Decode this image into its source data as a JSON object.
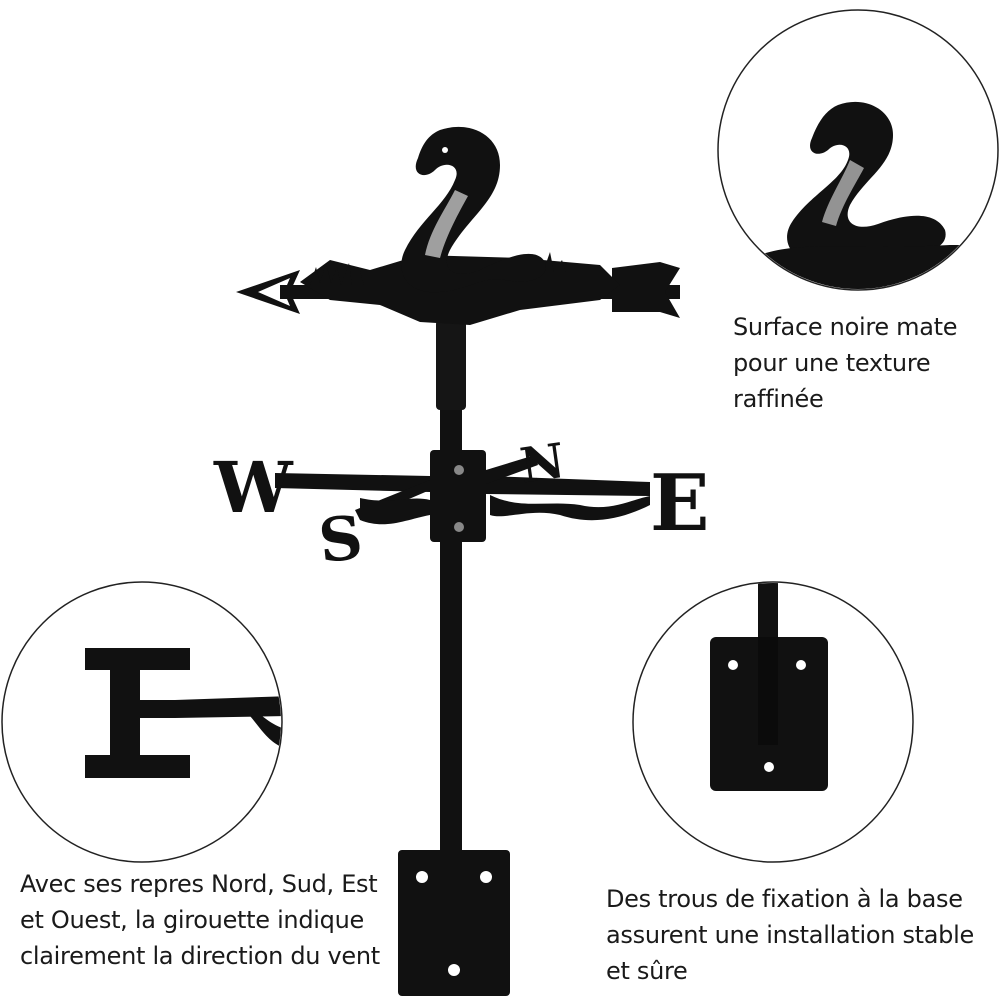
{
  "compass": {
    "west": "W",
    "east": "E",
    "north": "N",
    "south": "S"
  },
  "captions": {
    "finish": [
      "Surface noire mate",
      "pour une texture",
      "raffinée"
    ],
    "directions": [
      "Avec ses repres Nord, Sud, Est",
      "et Ouest, la girouette indique",
      "clairement la direction du vent"
    ],
    "mounting": [
      "Des trous de fixation à la base",
      "assurent une installation stable",
      "et sûre"
    ]
  },
  "detail_letter": "E",
  "colors": {
    "metal": "#111111",
    "circle_outline": "#222222",
    "text": "#1a1a1a",
    "background": "#ffffff"
  }
}
